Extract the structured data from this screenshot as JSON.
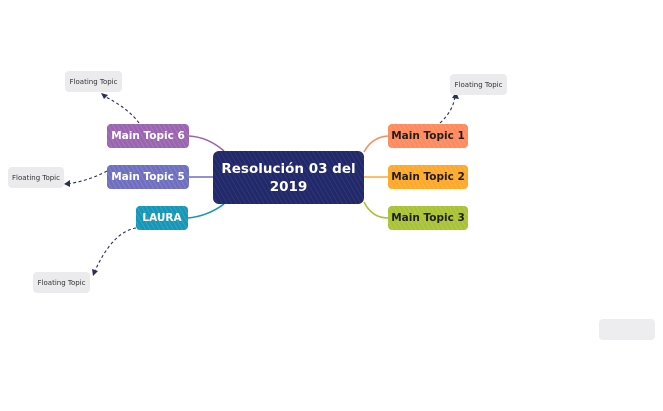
{
  "central": {
    "label": "Resolución 03 del 2019",
    "color": "#22296a"
  },
  "topics": [
    {
      "id": "topic-1",
      "label": "Main Topic 1",
      "color": "#ff8a5e"
    },
    {
      "id": "topic-2",
      "label": "Main Topic 2",
      "color": "#ffa92a"
    },
    {
      "id": "topic-3",
      "label": "Main Topic 3",
      "color": "#a9c337"
    },
    {
      "id": "topic-6",
      "label": "Main Topic 6",
      "color": "#9b64b0"
    },
    {
      "id": "topic-5",
      "label": "Main Topic 5",
      "color": "#6f6fc2"
    },
    {
      "id": "laura",
      "label": "LAURA",
      "color": "#1797b7"
    }
  ],
  "floating": [
    {
      "id": "float-top-left",
      "label": "Floating Topic"
    },
    {
      "id": "float-left",
      "label": "Floating Topic"
    },
    {
      "id": "float-bottom-left",
      "label": "Floating Topic"
    },
    {
      "id": "float-top-right",
      "label": "Floating Topic"
    }
  ],
  "connector_color": "#2a2f5a"
}
